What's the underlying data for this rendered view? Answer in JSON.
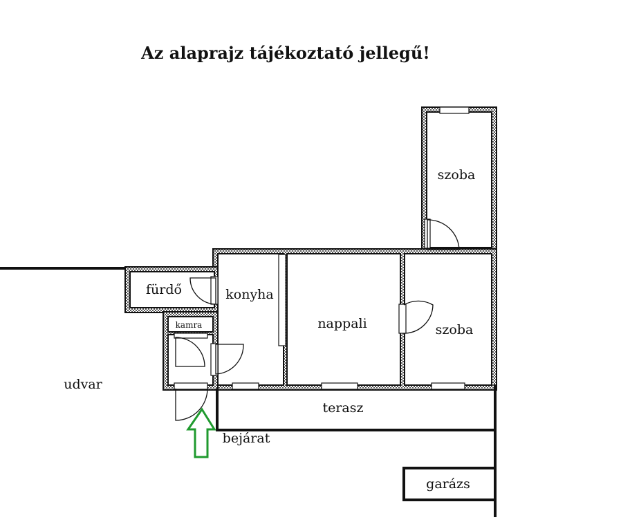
{
  "title": "Az alaprajz tájékoztató jellegű!",
  "rooms": {
    "szoba_top": "szoba",
    "szoba_right": "szoba",
    "nappali": "nappali",
    "konyha": "konyha",
    "furdo": "fürdő",
    "kamra": "kamra",
    "terasz": "terasz",
    "udvar": "udvar",
    "bejarat": "bejárat",
    "garazs": "garázs"
  },
  "colors": {
    "walls": "#111111",
    "entrance_arrow": "#1f9a2e",
    "background": "#ffffff"
  }
}
